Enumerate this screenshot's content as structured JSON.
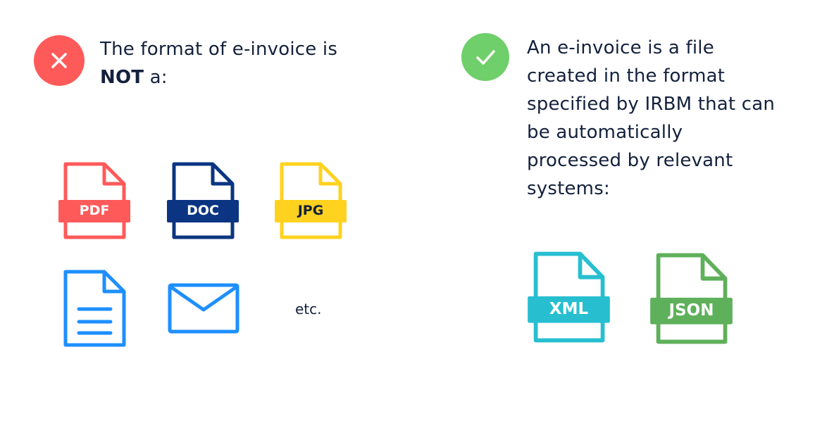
{
  "left": {
    "icon": "x-mark-icon",
    "icon_color": "#ff5a5a",
    "line1": "The format of e-invoice is",
    "line2_bold": "NOT",
    "line2_rest": " a:",
    "files": [
      {
        "label": "PDF",
        "color": "#ff5a5a",
        "text_color": "#ffffff"
      },
      {
        "label": "DOC",
        "color": "#0b3582",
        "text_color": "#ffffff"
      },
      {
        "label": "JPG",
        "color": "#ffd21f",
        "text_color": "#14213d"
      }
    ],
    "document_icon_color": "#1e8fff",
    "envelope_icon_color": "#1e8fff",
    "etc": "etc."
  },
  "right": {
    "icon": "check-mark-icon",
    "icon_color": "#6fcf6a",
    "lines": [
      "An e-invoice is a file",
      "created in the format",
      "specified by IRBM that can",
      "be automatically",
      "processed by relevant",
      "systems:"
    ],
    "files": [
      {
        "label": "XML",
        "color": "#27bfd0",
        "text_color": "#ffffff"
      },
      {
        "label": "JSON",
        "color": "#5fb05a",
        "text_color": "#ffffff"
      }
    ]
  }
}
